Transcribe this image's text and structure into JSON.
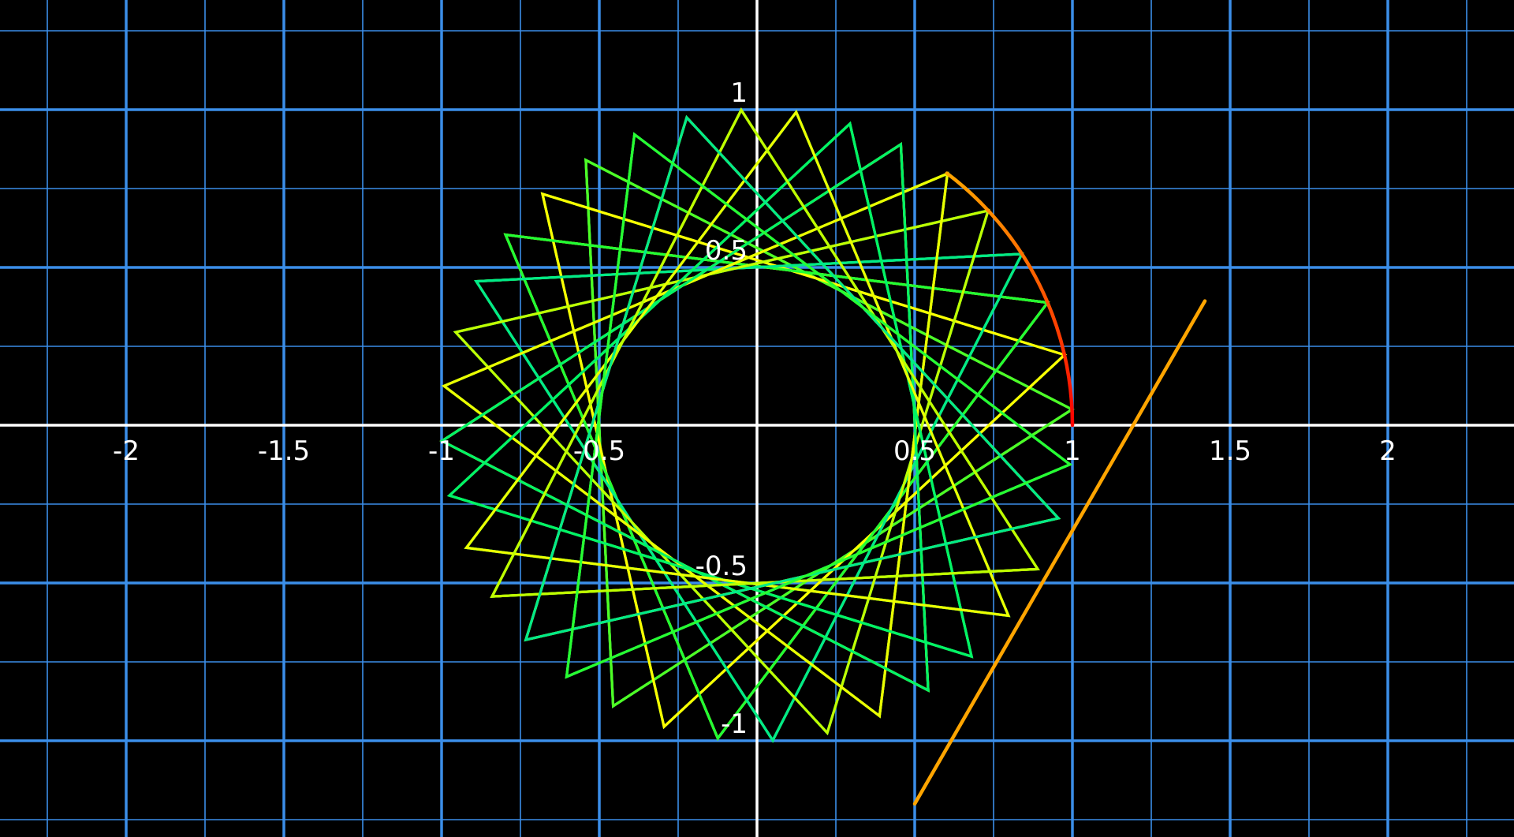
{
  "plane": {
    "x_range": [
      -2.4,
      2.4
    ],
    "y_range": [
      -1.3,
      1.3
    ],
    "major_step": 0.5,
    "minor_step": 0.25,
    "colors": {
      "background": "#000000",
      "grid": "#3b8ee8",
      "axes": "#ffffff",
      "labels": "#ffffff"
    },
    "x_tick_labels": [
      {
        "value": -2,
        "text": "-2"
      },
      {
        "value": -1.5,
        "text": "-1.5"
      },
      {
        "value": -1,
        "text": "-1"
      },
      {
        "value": -0.5,
        "text": "-0.5"
      },
      {
        "value": 0.5,
        "text": "0.5"
      },
      {
        "value": 1,
        "text": "1"
      },
      {
        "value": 1.5,
        "text": "1.5"
      },
      {
        "value": 2,
        "text": "2"
      }
    ],
    "y_tick_labels": [
      {
        "value": 1,
        "text": "1"
      },
      {
        "value": 0.5,
        "text": "0.5"
      },
      {
        "value": -0.5,
        "text": "-0.5"
      },
      {
        "value": -1,
        "text": "-1"
      }
    ]
  },
  "figure": {
    "unit_circle_radius": 1,
    "inner_circle_radius": 0.6,
    "triangle_count": 36,
    "gradient_colors": [
      "#ffff00",
      "#b4ff00",
      "#00ff40",
      "#00e890"
    ],
    "arc": {
      "radius": 1,
      "from_deg": 0,
      "to_deg": 53,
      "color_start": "#ff0000",
      "color_end": "#ffa500"
    },
    "tangent_line": {
      "point": [
        0.5,
        -1.2
      ],
      "direction_deg": 60,
      "length": 1.84,
      "color": "#ffa500"
    }
  }
}
